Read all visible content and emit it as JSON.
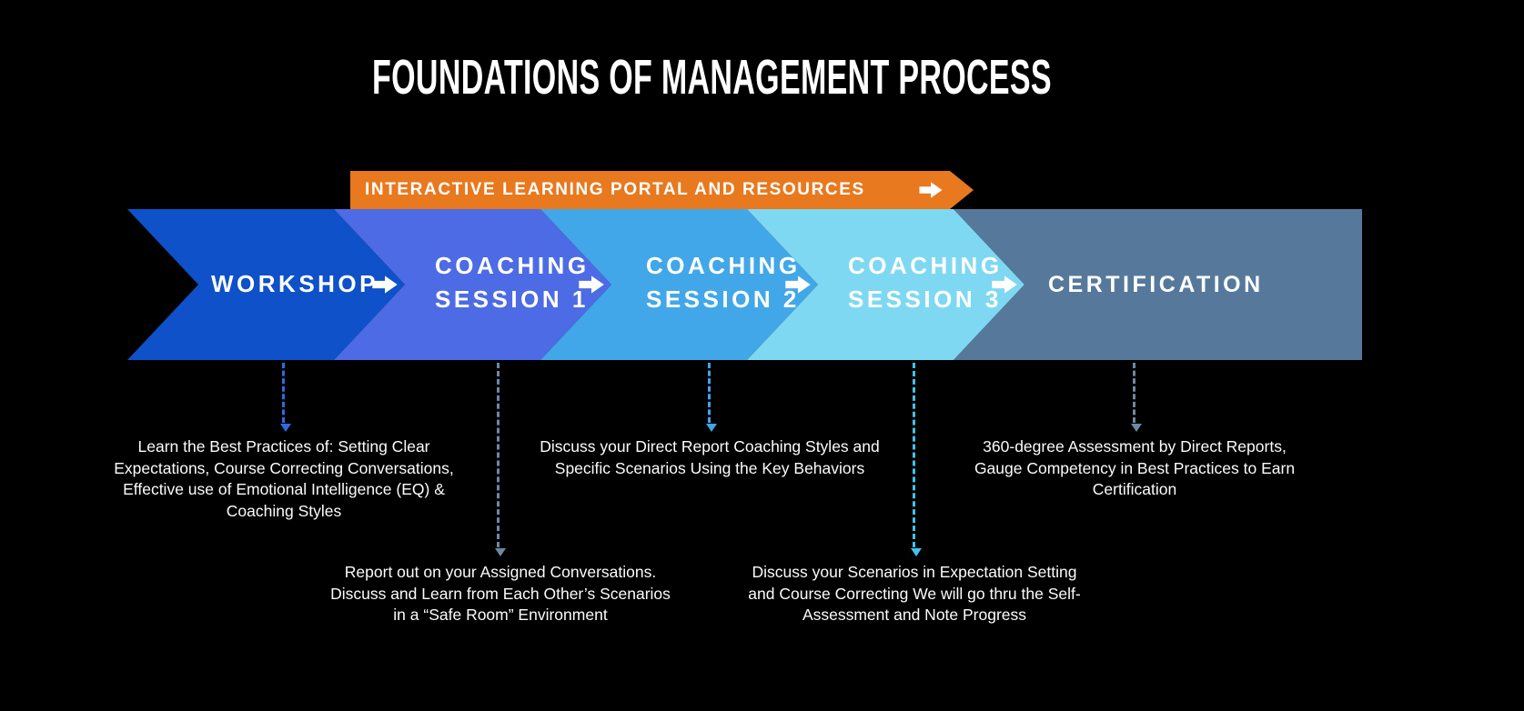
{
  "canvas": {
    "background": "#000000",
    "text_color": "#FFFFFF"
  },
  "title": "FOUNDATIONS OF MANAGEMENT PROCESS",
  "portal_banner": {
    "label": "INTERACTIVE  LEARNING PORTAL AND RESOURCES",
    "color": "#E8791F",
    "arrow_icon": "right-arrow"
  },
  "stages": [
    {
      "label": "WORKSHOP",
      "color": "#0E51C9",
      "connector_color": "#2E6BDE",
      "arrow_icon": "right-arrow",
      "description": "Learn the Best Practices of: Setting Clear\nExpectations, Course Correcting Conversations,\nEffective use of Emotional Intelligence (EQ) &\nCoaching Styles"
    },
    {
      "label": "COACHING\nSESSION 1",
      "color": "#4D6BE5",
      "connector_color": "#6E88A3",
      "arrow_icon": "right-arrow",
      "description": "Report out on your Assigned Conversations.\nDiscuss and Learn from Each Other’s Scenarios\nin a “Safe Room” Environment"
    },
    {
      "label": "COACHING\nSESSION 2",
      "color": "#41A7E8",
      "connector_color": "#3FA5E6",
      "arrow_icon": "right-arrow",
      "description": "Discuss your Direct Report Coaching Styles and\nSpecific Scenarios Using the Key Behaviors"
    },
    {
      "label": "COACHING\nSESSION 3",
      "color": "#7ED8F2",
      "connector_color": "#43C1EA",
      "arrow_icon": "right-arrow",
      "description": "Discuss your Scenarios in Expectation Setting\nand Course Correcting We will go thru the Self-\nAssessment and Note Progress"
    },
    {
      "label": "CERTIFICATION",
      "color": "#56799B",
      "connector_color": "#6E88A3",
      "description": "360-degree Assessment by Direct Reports,\nGauge Competency in Best Practices to Earn\nCertification"
    }
  ]
}
